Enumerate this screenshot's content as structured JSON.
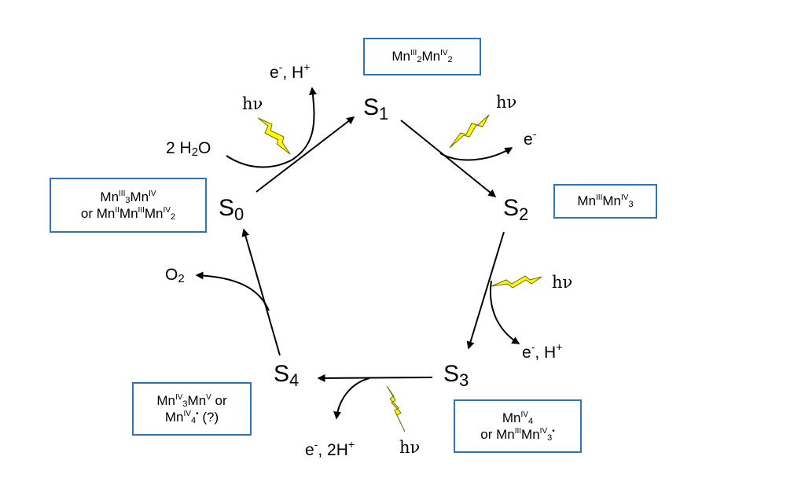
{
  "states": {
    "s0": {
      "letter": "S",
      "index": "0"
    },
    "s1": {
      "letter": "S",
      "index": "1"
    },
    "s2": {
      "letter": "S",
      "index": "2"
    },
    "s3": {
      "letter": "S",
      "index": "3"
    },
    "s4": {
      "letter": "S",
      "index": "4"
    }
  },
  "labels": {
    "light": "hν",
    "water": {
      "pre": "2 H",
      "sub": "2",
      "post": "O"
    },
    "s0_s1_products": {
      "e": "e",
      "esup": "-",
      "sep": ", H",
      "hsup": "+"
    },
    "s1_s2_products": {
      "e": "e",
      "esup": "-"
    },
    "s2_s3_products": {
      "e": "e",
      "esup": "-",
      "sep": ", H",
      "hsup": "+"
    },
    "s3_s4_products": {
      "e": "e",
      "esup": "-",
      "sep": ", 2H",
      "hsup": "+"
    },
    "oxygen": {
      "pre": "O",
      "sub": "2"
    }
  },
  "oxidation_boxes": {
    "s1": {
      "l1": [
        {
          "t": "Mn"
        },
        {
          "sup": "III"
        },
        {
          "sub": "2"
        },
        {
          "t": "Mn"
        },
        {
          "sup": "IV"
        },
        {
          "sub": "2"
        }
      ]
    },
    "s2": {
      "l1": [
        {
          "t": "Mn"
        },
        {
          "sup": "III"
        },
        {
          "t": "Mn"
        },
        {
          "sup": "IV"
        },
        {
          "sub": "3"
        }
      ]
    },
    "s0": {
      "l1": [
        {
          "t": "Mn"
        },
        {
          "sup": "III"
        },
        {
          "sub": "3"
        },
        {
          "t": "Mn"
        },
        {
          "sup": "IV"
        }
      ],
      "l2": [
        {
          "t": "or Mn"
        },
        {
          "sup": "II"
        },
        {
          "t": "Mn"
        },
        {
          "sup": "III"
        },
        {
          "t": "Mn"
        },
        {
          "sup": "IV"
        },
        {
          "sub": "2"
        }
      ]
    },
    "s3": {
      "l1": [
        {
          "t": "Mn"
        },
        {
          "sup": "IV"
        },
        {
          "sub": "4"
        }
      ],
      "l2": [
        {
          "t": "or Mn"
        },
        {
          "sup": "III"
        },
        {
          "t": "Mn"
        },
        {
          "sup": "IV"
        },
        {
          "sub": "3"
        },
        {
          "sup": "•"
        }
      ]
    },
    "s4": {
      "l1": [
        {
          "t": "Mn"
        },
        {
          "sup": "IV"
        },
        {
          "sub": "3"
        },
        {
          "t": "Mn"
        },
        {
          "sup": "V"
        },
        {
          "t": " or"
        }
      ],
      "l2": [
        {
          "t": "Mn"
        },
        {
          "sup": "IV"
        },
        {
          "sub": "4"
        },
        {
          "sup": "•"
        },
        {
          "t": " (?)"
        }
      ]
    }
  },
  "colors": {
    "arrow": "#000000",
    "box_border": "#2e75b6",
    "lightning_fill": "#ffff00",
    "lightning_stroke": "#6b6b00"
  }
}
